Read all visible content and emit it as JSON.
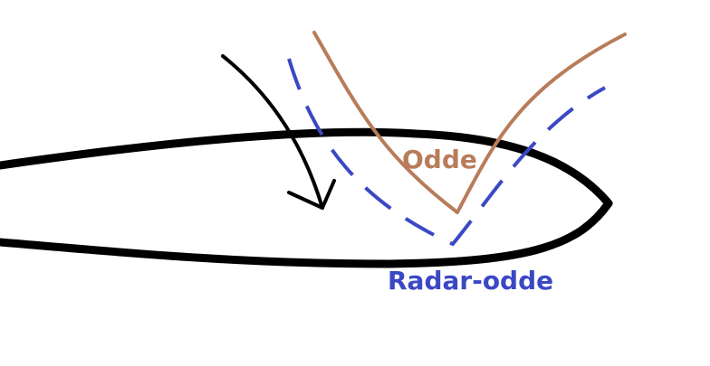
{
  "labels": {
    "odde": "Odde",
    "radar_odde": "Radar-odde"
  },
  "colors": {
    "background": "#ffffff",
    "airfoil_outline": "#000000",
    "odde_line": "#b87c5a",
    "radar_odde_line": "#3b48c4",
    "arrow": "#000000"
  },
  "styles": {
    "odde_line": "solid",
    "radar_odde_line": "dashed"
  }
}
